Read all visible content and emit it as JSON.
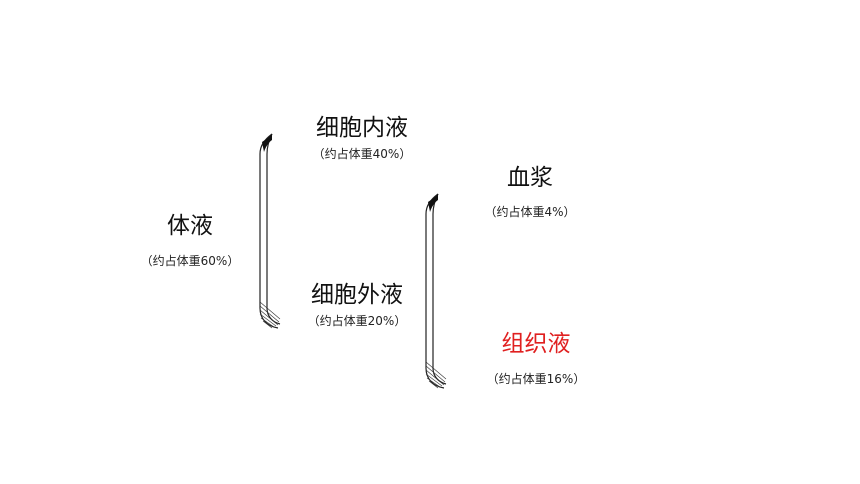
{
  "root": {
    "label": "体液",
    "note": "（约占体重60%）"
  },
  "level1": [
    {
      "label": "细胞内液",
      "note": "（约占体重40%）"
    },
    {
      "label": "细胞外液",
      "note": "（约占体重20%）"
    }
  ],
  "level2": [
    {
      "label": "血浆",
      "note": "（约占体重4%）"
    },
    {
      "label": "组织液",
      "note": "（约占体重16%）",
      "color": "#e02020"
    }
  ],
  "colors": {
    "highlight": "#e02020",
    "text": "#111111"
  }
}
